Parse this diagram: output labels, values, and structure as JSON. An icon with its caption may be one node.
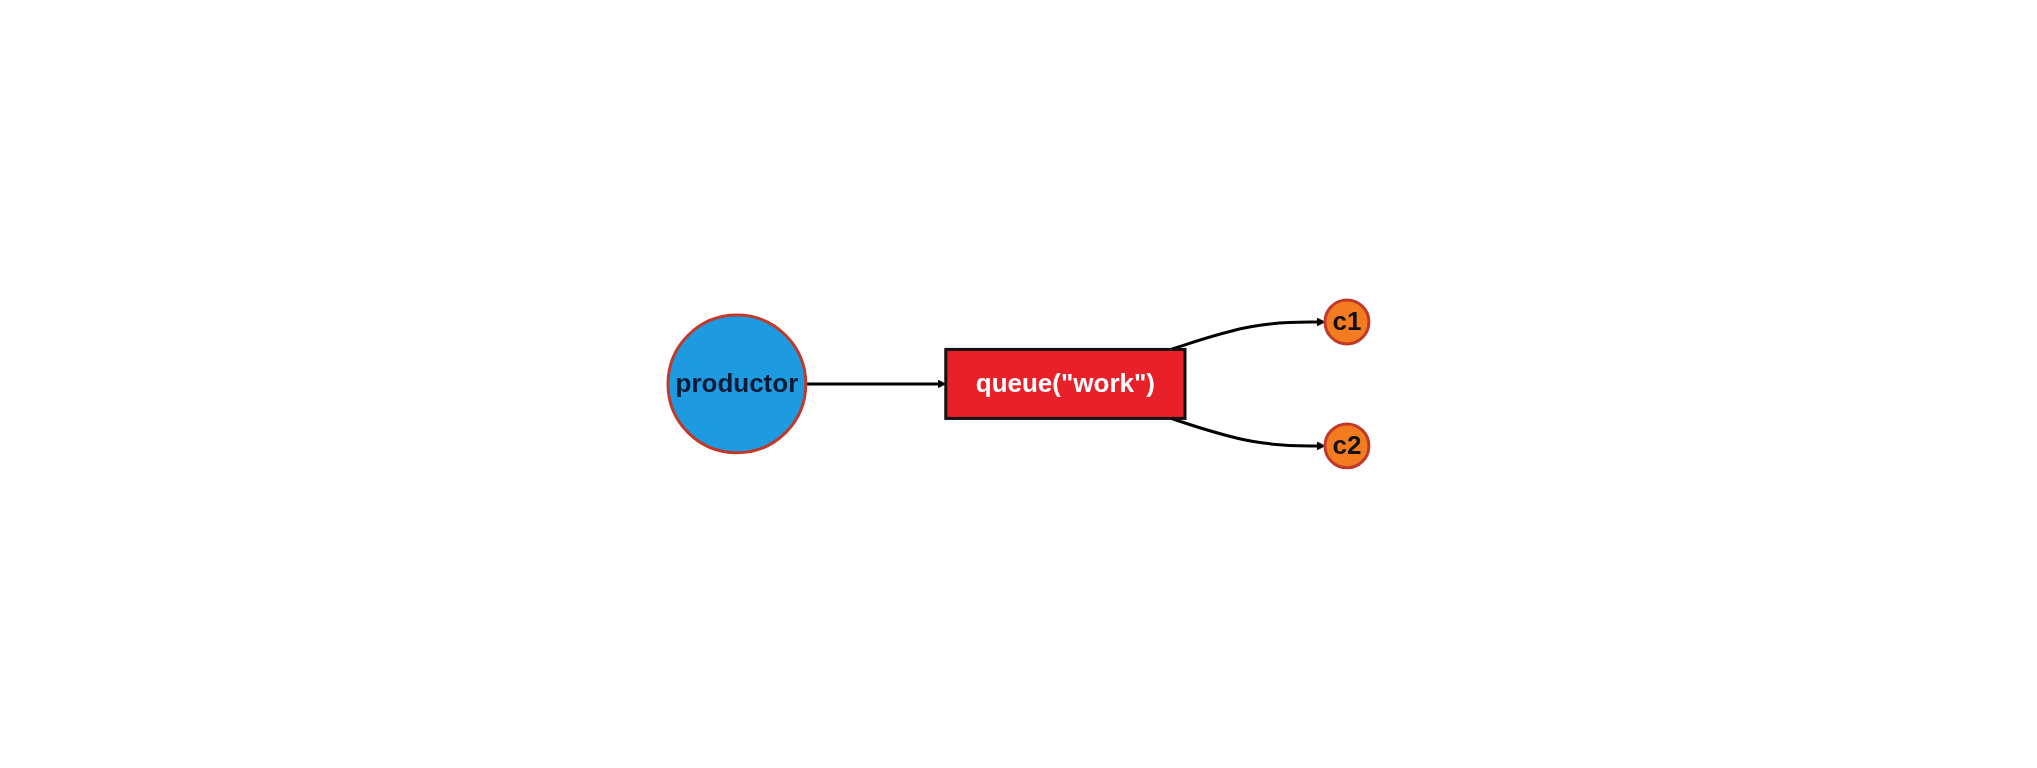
{
  "diagram": {
    "nodes": [
      {
        "text": [
          "productor"
        ]
      },
      {
        "text": [
          "queue(\"work\")"
        ]
      },
      {
        "text": [
          "c1"
        ]
      },
      {
        "text": [
          "c2"
        ]
      }
    ],
    "edges": [
      {
        "from": 0,
        "to": 1,
        "arrow": "to"
      },
      {
        "from": 1,
        "to": 2,
        "arrow": "to"
      },
      {
        "from": 1,
        "to": 3,
        "arrow": "to"
      }
    ]
  }
}
